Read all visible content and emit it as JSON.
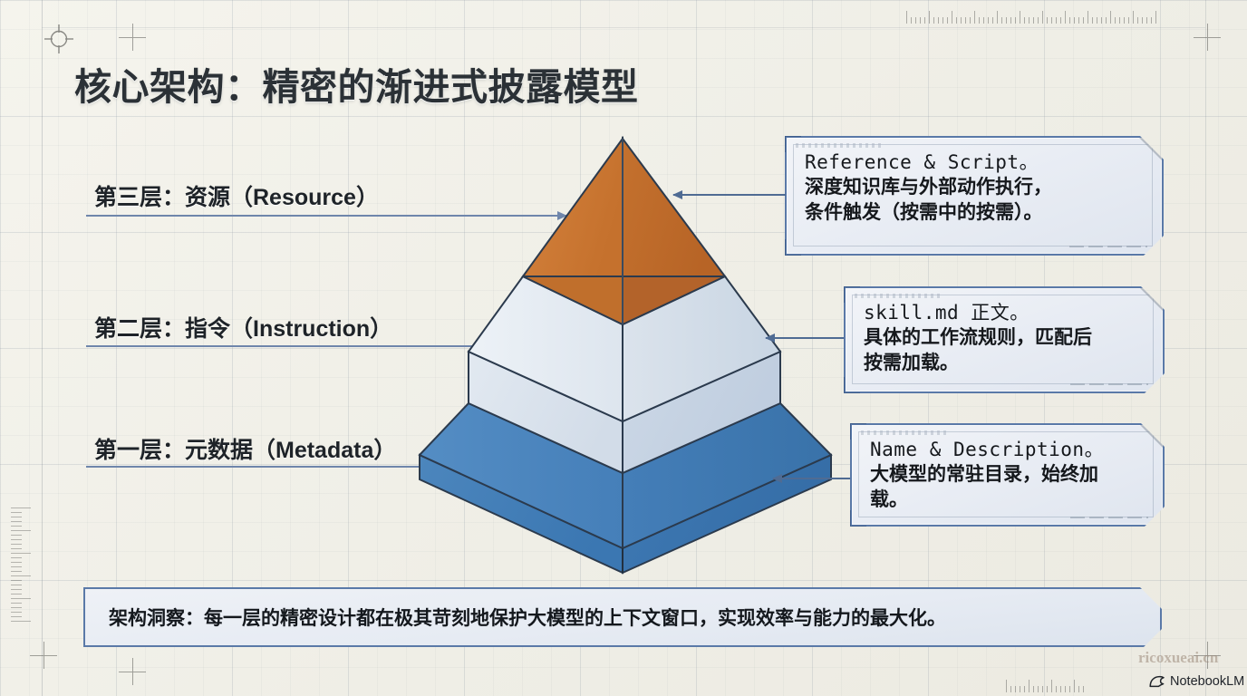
{
  "slide": {
    "title": "核心架构：精密的渐进式披露模型",
    "watermark": "ricoxueai.cn",
    "brand": "NotebookLM"
  },
  "tiers": [
    {
      "id": "resource",
      "label": "第三层：资源（Resource）",
      "color": "#c8722e"
    },
    {
      "id": "instruction",
      "label": "第二层：指令（Instruction）",
      "color": "#ccd9e6"
    },
    {
      "id": "metadata",
      "label": "第一层：元数据（Metadata）",
      "color": "#3c7ab8"
    }
  ],
  "callouts": [
    {
      "id": "resource-callout",
      "heading": "Reference & Script。",
      "line2": "深度知识库与外部动作执行，",
      "line3": "条件触发（按需中的按需）。"
    },
    {
      "id": "instruction-callout",
      "heading": "skill.md 正文。",
      "line2": "具体的工作流规则，匹配后",
      "line3": "按需加载。"
    },
    {
      "id": "metadata-callout",
      "heading": "Name & Description。",
      "line2": "大模型的常驻目录，始终加",
      "line3": "载。"
    }
  ],
  "insight": {
    "text": "架构洞察：每一层的精密设计都在极其苛刻地保护大模型的上下文窗口，实现效率与能力的最大化。"
  },
  "colors": {
    "accent_orange": "#c8722e",
    "accent_blue": "#3c7ab8",
    "accent_light": "#ccd9e6",
    "frame_blue": "#5a79a8",
    "arrow_blue": "#4f6b93",
    "background": "#f2f1ea"
  }
}
